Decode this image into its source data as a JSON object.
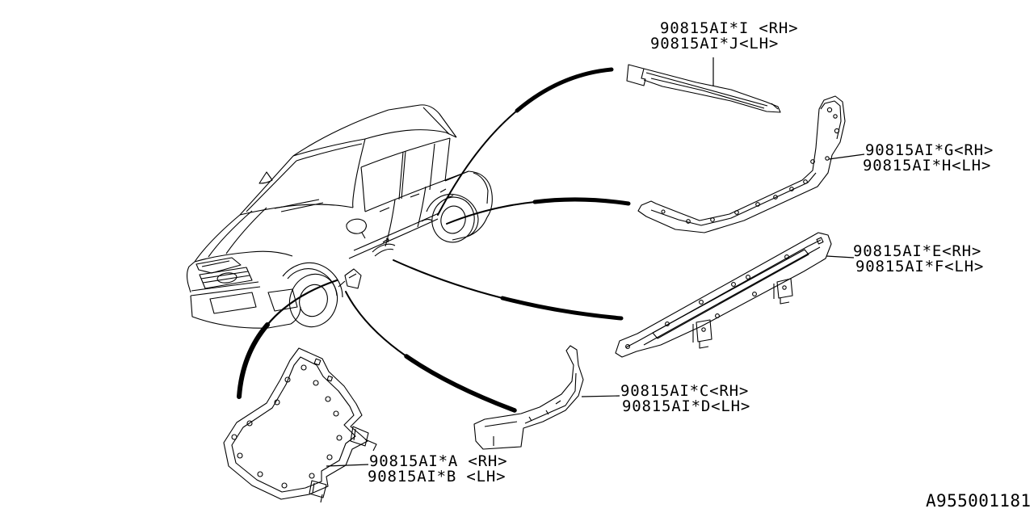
{
  "page": {
    "background": "#ffffff",
    "line_color": "#000000"
  },
  "labels": {
    "ij": {
      "rh": "90815AI*I <RH>",
      "lh": "90815AI*J<LH>"
    },
    "gh": {
      "rh": "90815AI*G<RH>",
      "lh": "90815AI*H<LH>"
    },
    "ef": {
      "rh": "90815AI*E<RH>",
      "lh": "90815AI*F<LH>"
    },
    "cd": {
      "rh": "90815AI*C<RH>",
      "lh": "90815AI*D<LH>"
    },
    "ab": {
      "rh": "90815AI*A <RH>",
      "lh": "90815AI*B <LH>"
    }
  },
  "doc_number": "A955001181"
}
